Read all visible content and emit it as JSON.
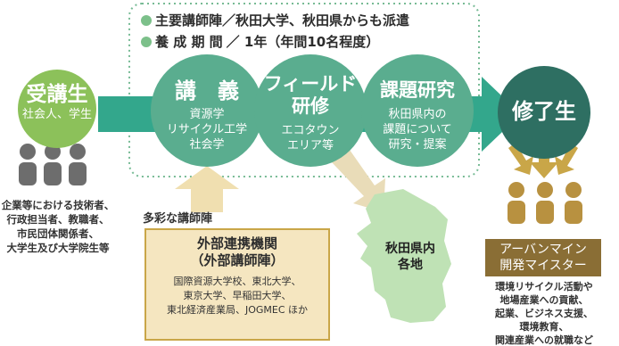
{
  "info": {
    "line1": "主要講師陣／秋田大学、秋田県からも派遣",
    "line2_label": "養 成 期 間",
    "line2_value": "／ 1年（年間10名程度）"
  },
  "left": {
    "circle_title": "受講生",
    "circle_sub": "社会人、学生",
    "desc": [
      "企業等における技術者、",
      "行政担当者、教職者、",
      "市民団体関係者、",
      "大学生及び大学院生等"
    ]
  },
  "steps": [
    {
      "title": "講　義",
      "lines": [
        "資源学",
        "リサイクル工学",
        "社会学"
      ]
    },
    {
      "title": "フィールド研修",
      "title_lines": [
        "フィールド",
        "研修"
      ],
      "lines": [
        "エコタウン",
        "エリア等"
      ]
    },
    {
      "title": "課題研究",
      "lines": [
        "秋田県内の",
        "課題について",
        "研究・提案"
      ]
    }
  ],
  "faculty": {
    "label": "多彩な講師陣",
    "box_title": [
      "外部連携機関",
      "（外部講師陣）"
    ],
    "box_lines": [
      "国際資源大学校、東北大学、",
      "東京大学、早稲田大学、",
      "東北経済産業局、JOGMEC ほか"
    ]
  },
  "map": {
    "label": [
      "秋田県内",
      "各地"
    ]
  },
  "right": {
    "circle_title": "修了生",
    "badge": [
      "アーバンマイン",
      "開発マイスター"
    ],
    "desc": [
      "環境リサイクル活動や",
      "地場産業への貢献、",
      "起業、ビジネス支援、",
      "環境教育、",
      "関連産業への就職など"
    ]
  },
  "colors": {
    "green": "#8cc15a",
    "teal": "#5aad8f",
    "dark_teal": "#2e6f62",
    "brown": "#8a6e35",
    "gold": "#c9a648",
    "beige": "#f5e6c0",
    "map": "#bfe2b5"
  }
}
